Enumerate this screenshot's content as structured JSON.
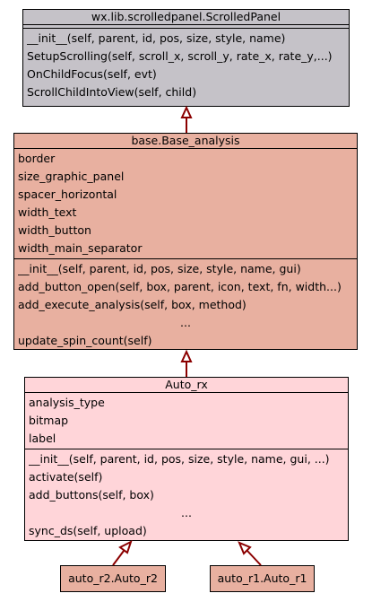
{
  "colors": {
    "scrolled_panel_fill": "#c5c2c8",
    "base_analysis_fill": "#e8b0a0",
    "auto_rx_fill": "#ffd5d9",
    "leaf_fill": "#e8b0a0",
    "arrow": "#8b0000"
  },
  "scrolled_panel": {
    "name": "wx.lib.scrolledpanel.ScrolledPanel",
    "methods": [
      "__init__(self, parent, id, pos, size, style, name)",
      "SetupScrolling(self, scroll_x, scroll_y, rate_x, rate_y,...)",
      "OnChildFocus(self, evt)",
      "ScrollChildIntoView(self, child)"
    ]
  },
  "base_analysis": {
    "name": "base.Base_analysis",
    "attributes": [
      "border",
      "size_graphic_panel",
      "spacer_horizontal",
      "width_text",
      "width_button",
      "width_main_separator"
    ],
    "methods": [
      "__init__(self, parent, id, pos, size, style, name, gui)",
      "add_button_open(self, box, parent, icon, text, fn, width...)",
      "add_execute_analysis(self, box, method)",
      "...",
      "update_spin_count(self)"
    ]
  },
  "auto_rx": {
    "name": "Auto_rx",
    "attributes": [
      "analysis_type",
      "bitmap",
      "label"
    ],
    "methods": [
      "__init__(self, parent, id, pos, size, style, name, gui, ...)",
      "activate(self)",
      "add_buttons(self, box)",
      "...",
      "sync_ds(self, upload)"
    ]
  },
  "leaf_left": {
    "name": "auto_r2.Auto_r2"
  },
  "leaf_right": {
    "name": "auto_r1.Auto_r1"
  }
}
